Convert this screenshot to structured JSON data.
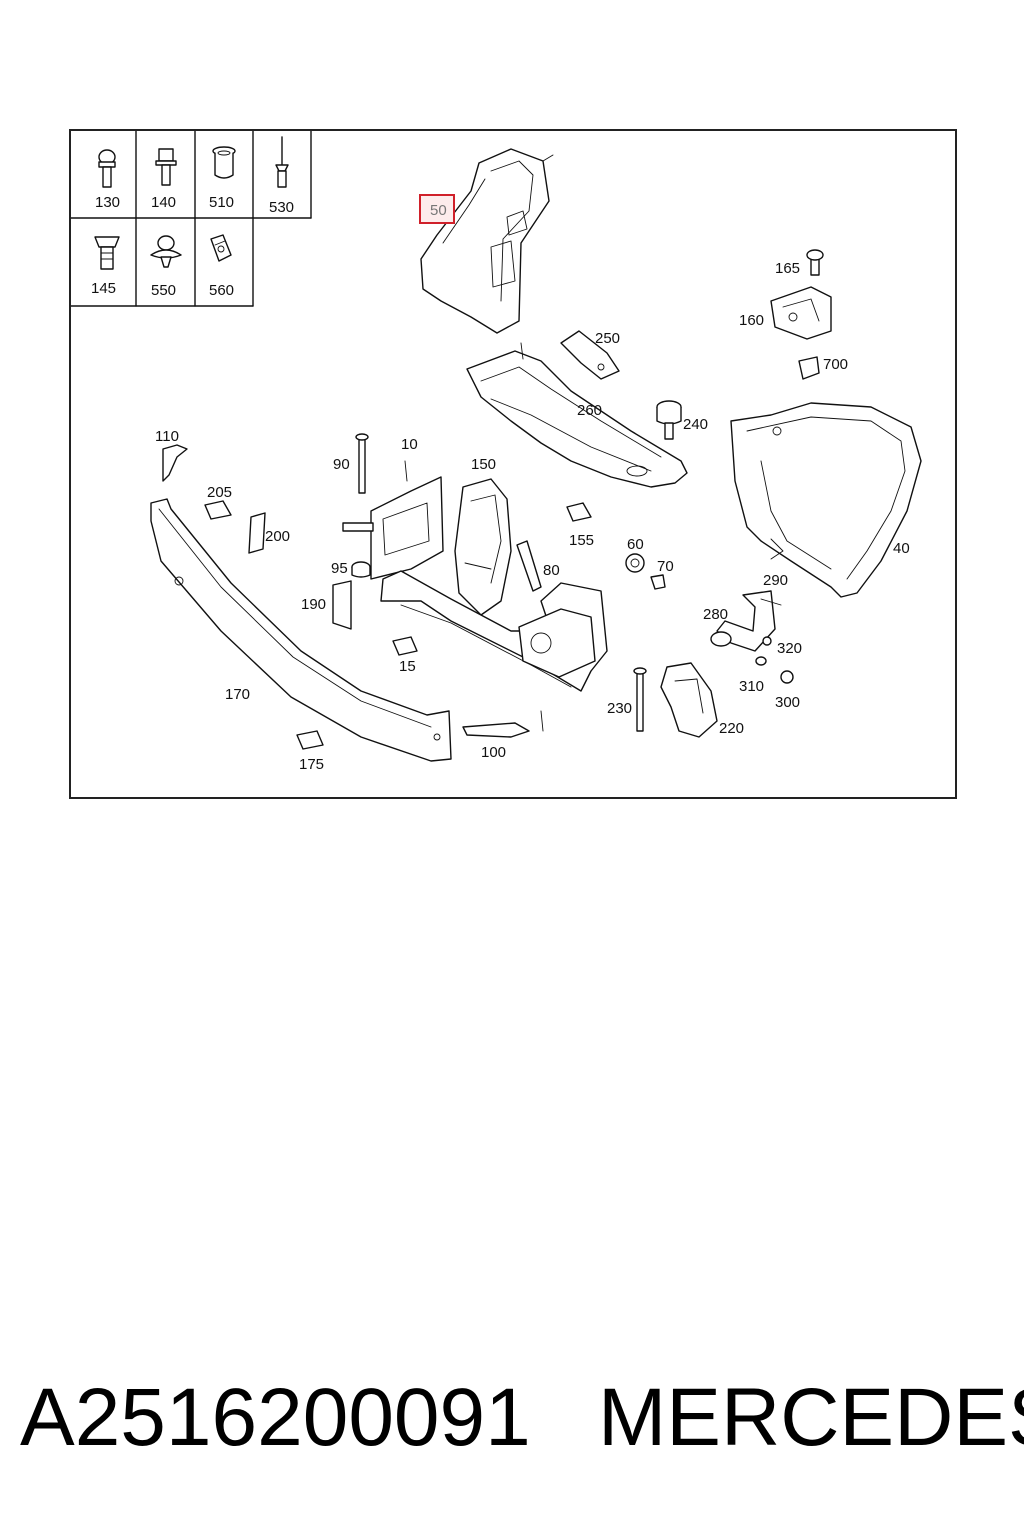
{
  "diagram": {
    "highlighted_callout": "50",
    "fastener_table": {
      "row1": [
        "130",
        "140",
        "510",
        "530"
      ],
      "row2": [
        "145",
        "550",
        "560"
      ]
    },
    "callouts": {
      "c165": "165",
      "c160": "160",
      "c700": "700",
      "c250": "250",
      "c260": "260",
      "c240": "240",
      "c110": "110",
      "c10": "10",
      "c90": "90",
      "c150": "150",
      "c205": "205",
      "c200": "200",
      "c155": "155",
      "c60": "60",
      "c70": "70",
      "c40": "40",
      "c95": "95",
      "c80": "80",
      "c290": "290",
      "c190": "190",
      "c280": "280",
      "c320": "320",
      "c15": "15",
      "c170": "170",
      "c310": "310",
      "c300": "300",
      "c230": "230",
      "c220": "220",
      "c100": "100",
      "c175": "175"
    }
  },
  "footer": {
    "part_number": "A2516200091",
    "brand": "MERCEDES"
  }
}
